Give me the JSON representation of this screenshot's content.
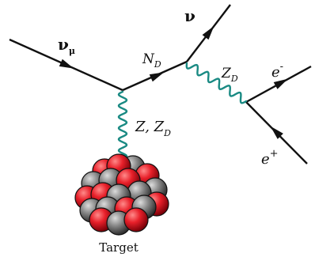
{
  "diagram": {
    "colors": {
      "fermion": "#111111",
      "boson": "#1a8a83",
      "proton": "#e8202a",
      "neutron": "#8a8a8a",
      "nucleus_outline": "#111111"
    },
    "labels": {
      "nu_mu": {
        "base": "ν",
        "sub": "μ"
      },
      "nu_out": "ν",
      "N_D": {
        "base": "N",
        "sub": "D"
      },
      "Z_D_upper": {
        "base": "Z",
        "sub": "D"
      },
      "Z_ZD": {
        "base": "Z, Z",
        "sub": "D"
      },
      "e_minus": {
        "base": "e",
        "sup": "-"
      },
      "e_plus": {
        "base": "e",
        "sup": "+"
      },
      "target": "Target"
    }
  }
}
